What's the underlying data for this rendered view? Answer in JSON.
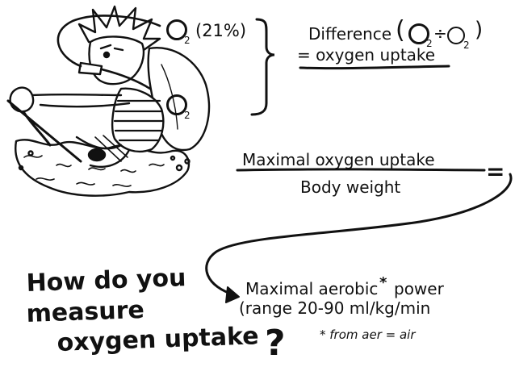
{
  "top": {
    "inhaled_pct": "(21%)",
    "difference_label": "Difference",
    "difference_open": "(",
    "difference_divider": "÷",
    "difference_close": ")",
    "difference_result": "= oxygen uptake",
    "o2_subscript": "2"
  },
  "fraction": {
    "numerator": "Maximal oxygen uptake",
    "denominator": "Body weight",
    "equals": "="
  },
  "result": {
    "line1_prefix": "Maximal aerobic",
    "asterisk": "*",
    "line1_suffix": "power",
    "line2": "(range 20-90 ml/kg/min",
    "footnote": "* from aer = air"
  },
  "question": {
    "line1": "How do you",
    "line2": "measure",
    "line3": "oxygen uptake",
    "mark": "?"
  }
}
